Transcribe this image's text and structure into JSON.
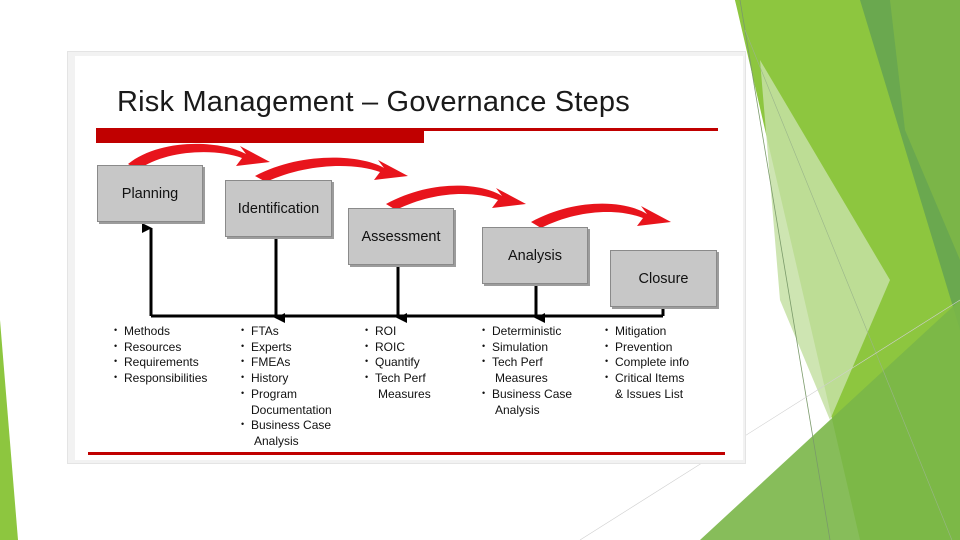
{
  "slide": {
    "title": "Risk Management – Governance Steps",
    "accent_color": "#c00000",
    "arrow_color": "#e8141c",
    "box_color": "#c7c7c7",
    "theme_green": [
      "#8dc63f",
      "#6aa84f",
      "#c5e0a5"
    ]
  },
  "steps": [
    {
      "label": "Planning",
      "items": [
        "Methods",
        "Resources",
        "Requirements",
        "Responsibilities"
      ]
    },
    {
      "label": "Identification",
      "items": [
        "FTAs",
        "Experts",
        "FMEAs",
        "History",
        "Program",
        "Documentation",
        "Business Case",
        "Analysis"
      ]
    },
    {
      "label": "Assessment",
      "items": [
        "ROI",
        "ROIC",
        "Quantify",
        "Tech Perf",
        "Measures"
      ]
    },
    {
      "label": "Analysis",
      "items": [
        "Deterministic",
        "Simulation",
        "Tech Perf",
        "Measures",
        "Business Case",
        "Analysis"
      ]
    },
    {
      "label": "Closure",
      "items": [
        "Mitigation",
        "Prevention",
        "Complete info",
        "Critical Items",
        "& Issues List"
      ]
    }
  ]
}
